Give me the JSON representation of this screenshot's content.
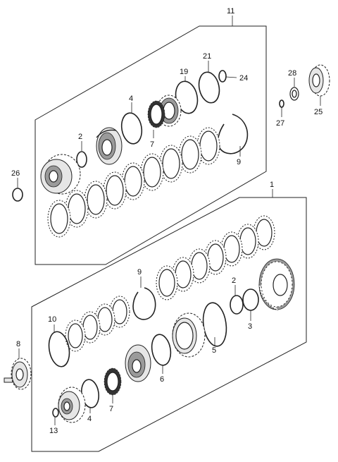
{
  "labels": {
    "l11": "11",
    "l21": "21",
    "l24": "24",
    "l19": "19",
    "l4a": "4",
    "l2a": "2",
    "l7a": "7",
    "l9a": "9",
    "l26": "26",
    "l28": "28",
    "l27": "27",
    "l25": "25",
    "l1": "1",
    "l9b": "9",
    "l2b": "2",
    "l3": "3",
    "l10": "10",
    "l5": "5",
    "l6": "6",
    "l8": "8",
    "l7b": "7",
    "l4b": "4",
    "l13": "13"
  }
}
